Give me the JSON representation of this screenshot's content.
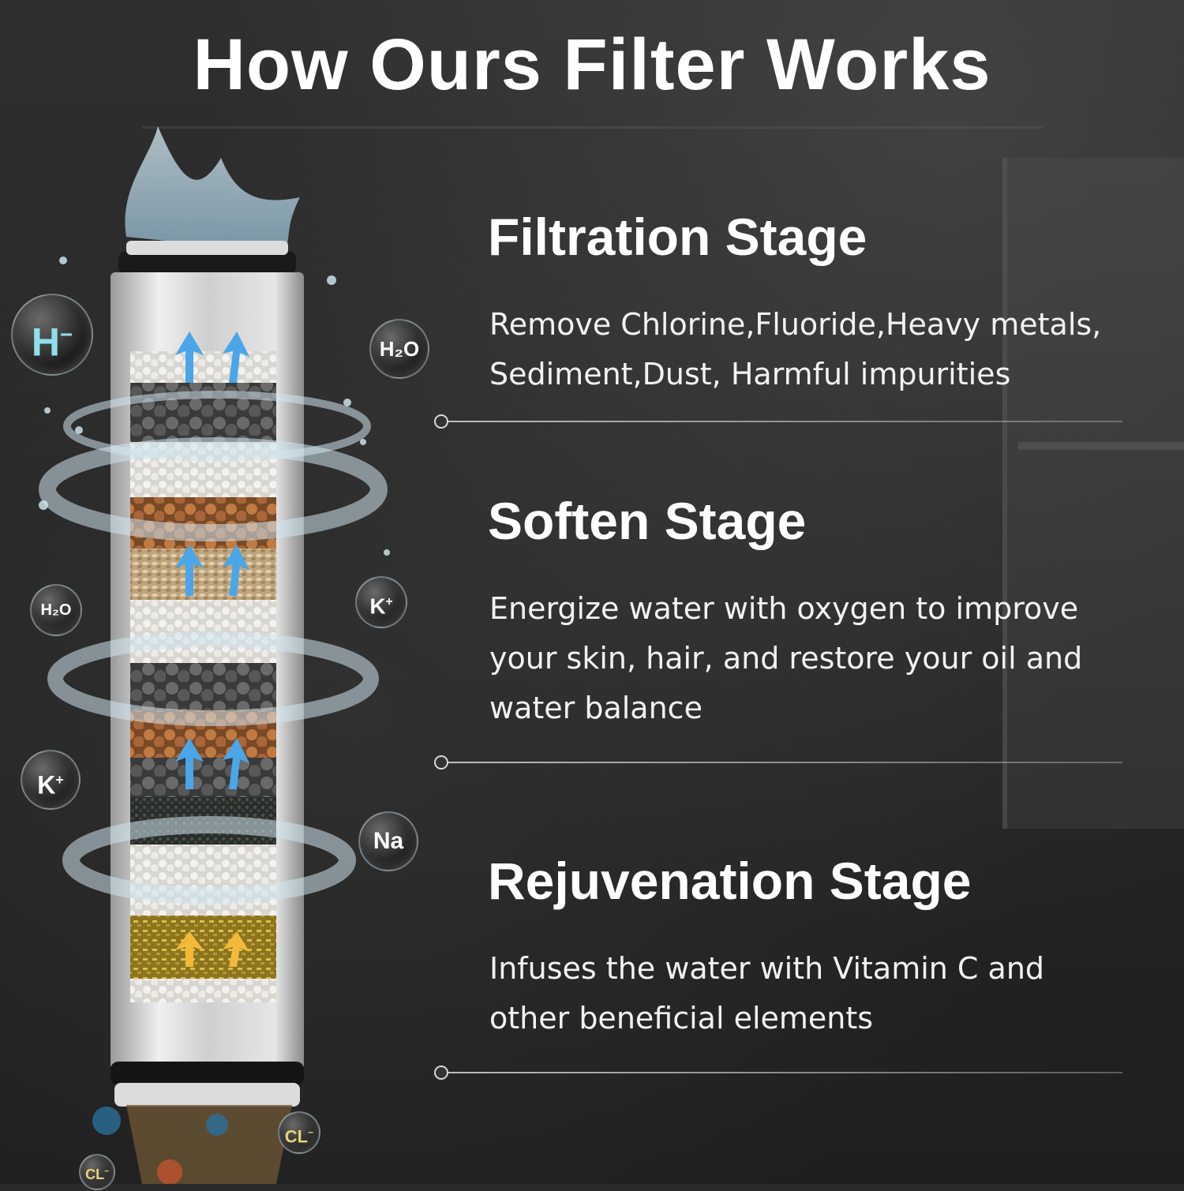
{
  "headline": "How Ours Filter Works",
  "stages": [
    {
      "title": "Filtration Stage",
      "description": [
        "Remove Chlorine,Fluoride,Heavy metals,",
        "Sediment,Dust, Harmful impurities"
      ]
    },
    {
      "title": "Soften Stage",
      "description": [
        "Energize water with oxygen to improve",
        "your skin, hair, and restore your oil and",
        "water balance"
      ]
    },
    {
      "title": "Rejuvenation Stage",
      "description": [
        "Infuses the water with Vitamin C and",
        "other beneficial elements"
      ]
    }
  ],
  "molecules": {
    "h_minus": "H",
    "h2o_top": "H₂O",
    "h2o_mid": "H₂O",
    "k_plus_right": "K",
    "k_plus_left": "K",
    "na": "Na",
    "cl_a": "CL",
    "cl_b": "CL"
  },
  "colors": {
    "arrow_blue": "#4aa6e8",
    "arrow_yellow": "#f2b93a",
    "molecule_accent": "#8fe0ea"
  }
}
